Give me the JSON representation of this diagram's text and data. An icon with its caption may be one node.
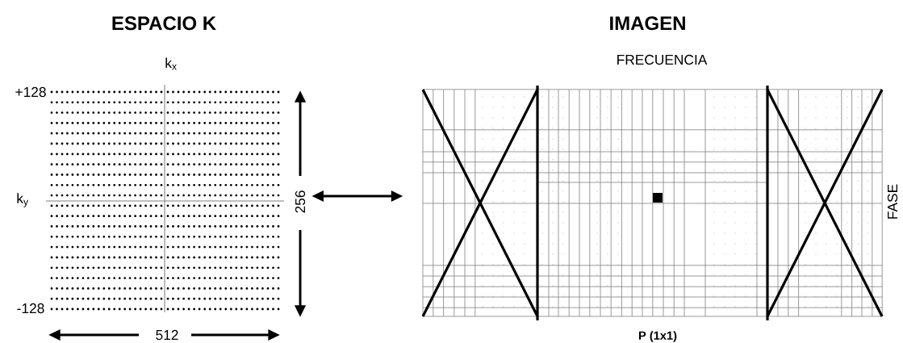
{
  "diagram": {
    "nodes": [
      {
        "text": [
          "ESPACIO K"
        ]
      },
      {
        "text": [
          "IMAGEN"
        ]
      }
    ],
    "edges": [
      {
        "from": 0,
        "to": 1,
        "arrow": "both"
      }
    ],
    "labels": [
      "k$_{x}$",
      "+128",
      "k$_{y}$",
      "256",
      "-128",
      "512",
      "FRECUENCIA",
      "FASE",
      "P (1x1)"
    ]
  }
}
